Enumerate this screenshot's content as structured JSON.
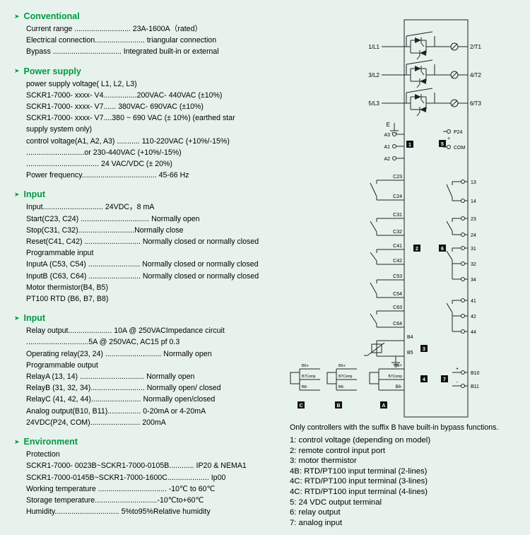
{
  "page": {
    "bg": "#e7f2ec",
    "accent_green": "#009a44",
    "icons": {
      "section_arrow": "➤"
    }
  },
  "sections": [
    {
      "title": "Conventional",
      "lines": [
        "Current range  ........................... 23A-1600A（rated）",
        "Electrical connection........................ triangular connection",
        "Bypass  ................................. Integrated built-in or external"
      ]
    },
    {
      "title": "Power supply",
      "lines": [
        "power supply voltage( L1, L2, L3)",
        "SCKR1-7000- xxxx- V4................200VAC- 440VAC (±10%)",
        "SCKR1-7000- xxxx- V7...... 380VAC- 690VAC (±10%)",
        "SCKR1-7000- xxxx- V7....380 ~ 690 VAC (± 10%) (earthed star",
        "supply system only)",
        "control voltage(A1, A2, A3)  ........... 110-220VAC (+10%/-15%)",
        "............................or 230-440VAC (+10%/-15%)",
        "................................... 24 VAC/VDC (± 20%)",
        "Power frequency.................................... 45-66 Hz"
      ]
    },
    {
      "title": "Input",
      "lines": [
        "Input............................. 24VDC，8 mA",
        "Start(C23, C24)  ................................. Normally open",
        "Stop(C31, C32)...........................Normally close",
        "Reset(C41, C42) ........................... Normally closed or normally closed",
        "Programmable input",
        "InputA (C53, C54)  ......................... Normally closed or normally closed",
        "InputB (C63, C64)  ......................... Normally closed or normally closed",
        "Motor thermistor(B4, B5)",
        "PT100 RTD (B6, B7, B8)"
      ]
    },
    {
      "title": "Input",
      "lines": [
        "Relay output..................... 10A @ 250VACImpedance circuit",
        "..............................5A @ 250VAC, AC15 pf 0.3",
        "Operating relay(23, 24)  ........................... Normally open",
        "Programmable output",
        "RelayA (13, 14) ............................... Normally open",
        "RelayB (31, 32, 34).......................... Normally open/ closed",
        "RelayC (41, 42, 44)........................ Normally open/closed",
        "Analog output(B10, B11)................ 0-20mA or 4-20mA",
        "24VDC(P24, COM)........................ 200mA"
      ]
    },
    {
      "title": "Environment",
      "lines": [
        "Protection",
        "SCKR1-7000- 0023B~SCKR1-7000-0105B............ IP20 & NEMA1",
        "SCKR1-7000-0145B~SCKR1-7000-1600C.................... Ip00",
        "Working temperature ................................. -10℃ to 60℃",
        "Storage temperature..............................-10℃to+60℃",
        "Humidity............................... 5%to95%Relative humidity"
      ]
    }
  ],
  "notes": {
    "intro": "Only controllers with the suffix B have built-in bypass functions.",
    "items": [
      "1: control voltage (depending on model)",
      "2: remote control input port",
      "3: motor thermistor",
      "4B: RTD/PT100 input terminal (2-lines)",
      "4C: RTD/PT100 input terminal (3-lines)",
      "4C: RTD/PT100 input terminal (4-lines)",
      "5: 24 VDC output terminal",
      "6: relay output",
      "7: analog input"
    ]
  },
  "diagram": {
    "phase_in": [
      "1/L1",
      "3/L2",
      "5/L3"
    ],
    "phase_out": [
      "2/T1",
      "4/T2",
      "6/T3"
    ],
    "earth_label": "E",
    "control": [
      "A3",
      "A1",
      "A2"
    ],
    "p24": "P24",
    "com": "COM",
    "symbols": {
      "plus": "+",
      "minus": "-"
    },
    "inputs": [
      "C23",
      "C24",
      "C31",
      "C32",
      "C41",
      "C42",
      "C53",
      "C54",
      "C63",
      "C64"
    ],
    "relays": [
      "13",
      "14",
      "23",
      "24",
      "31",
      "32",
      "34",
      "41",
      "42",
      "44"
    ],
    "thermistor": [
      "B4",
      "B5"
    ],
    "rtd": [
      "B6+",
      "B7Comp",
      "B8-"
    ],
    "analog": [
      "B10",
      "B11"
    ],
    "markers": [
      "1",
      "2",
      "3",
      "4",
      "5",
      "6",
      "7"
    ],
    "variants": [
      "C",
      "B",
      "A"
    ]
  }
}
